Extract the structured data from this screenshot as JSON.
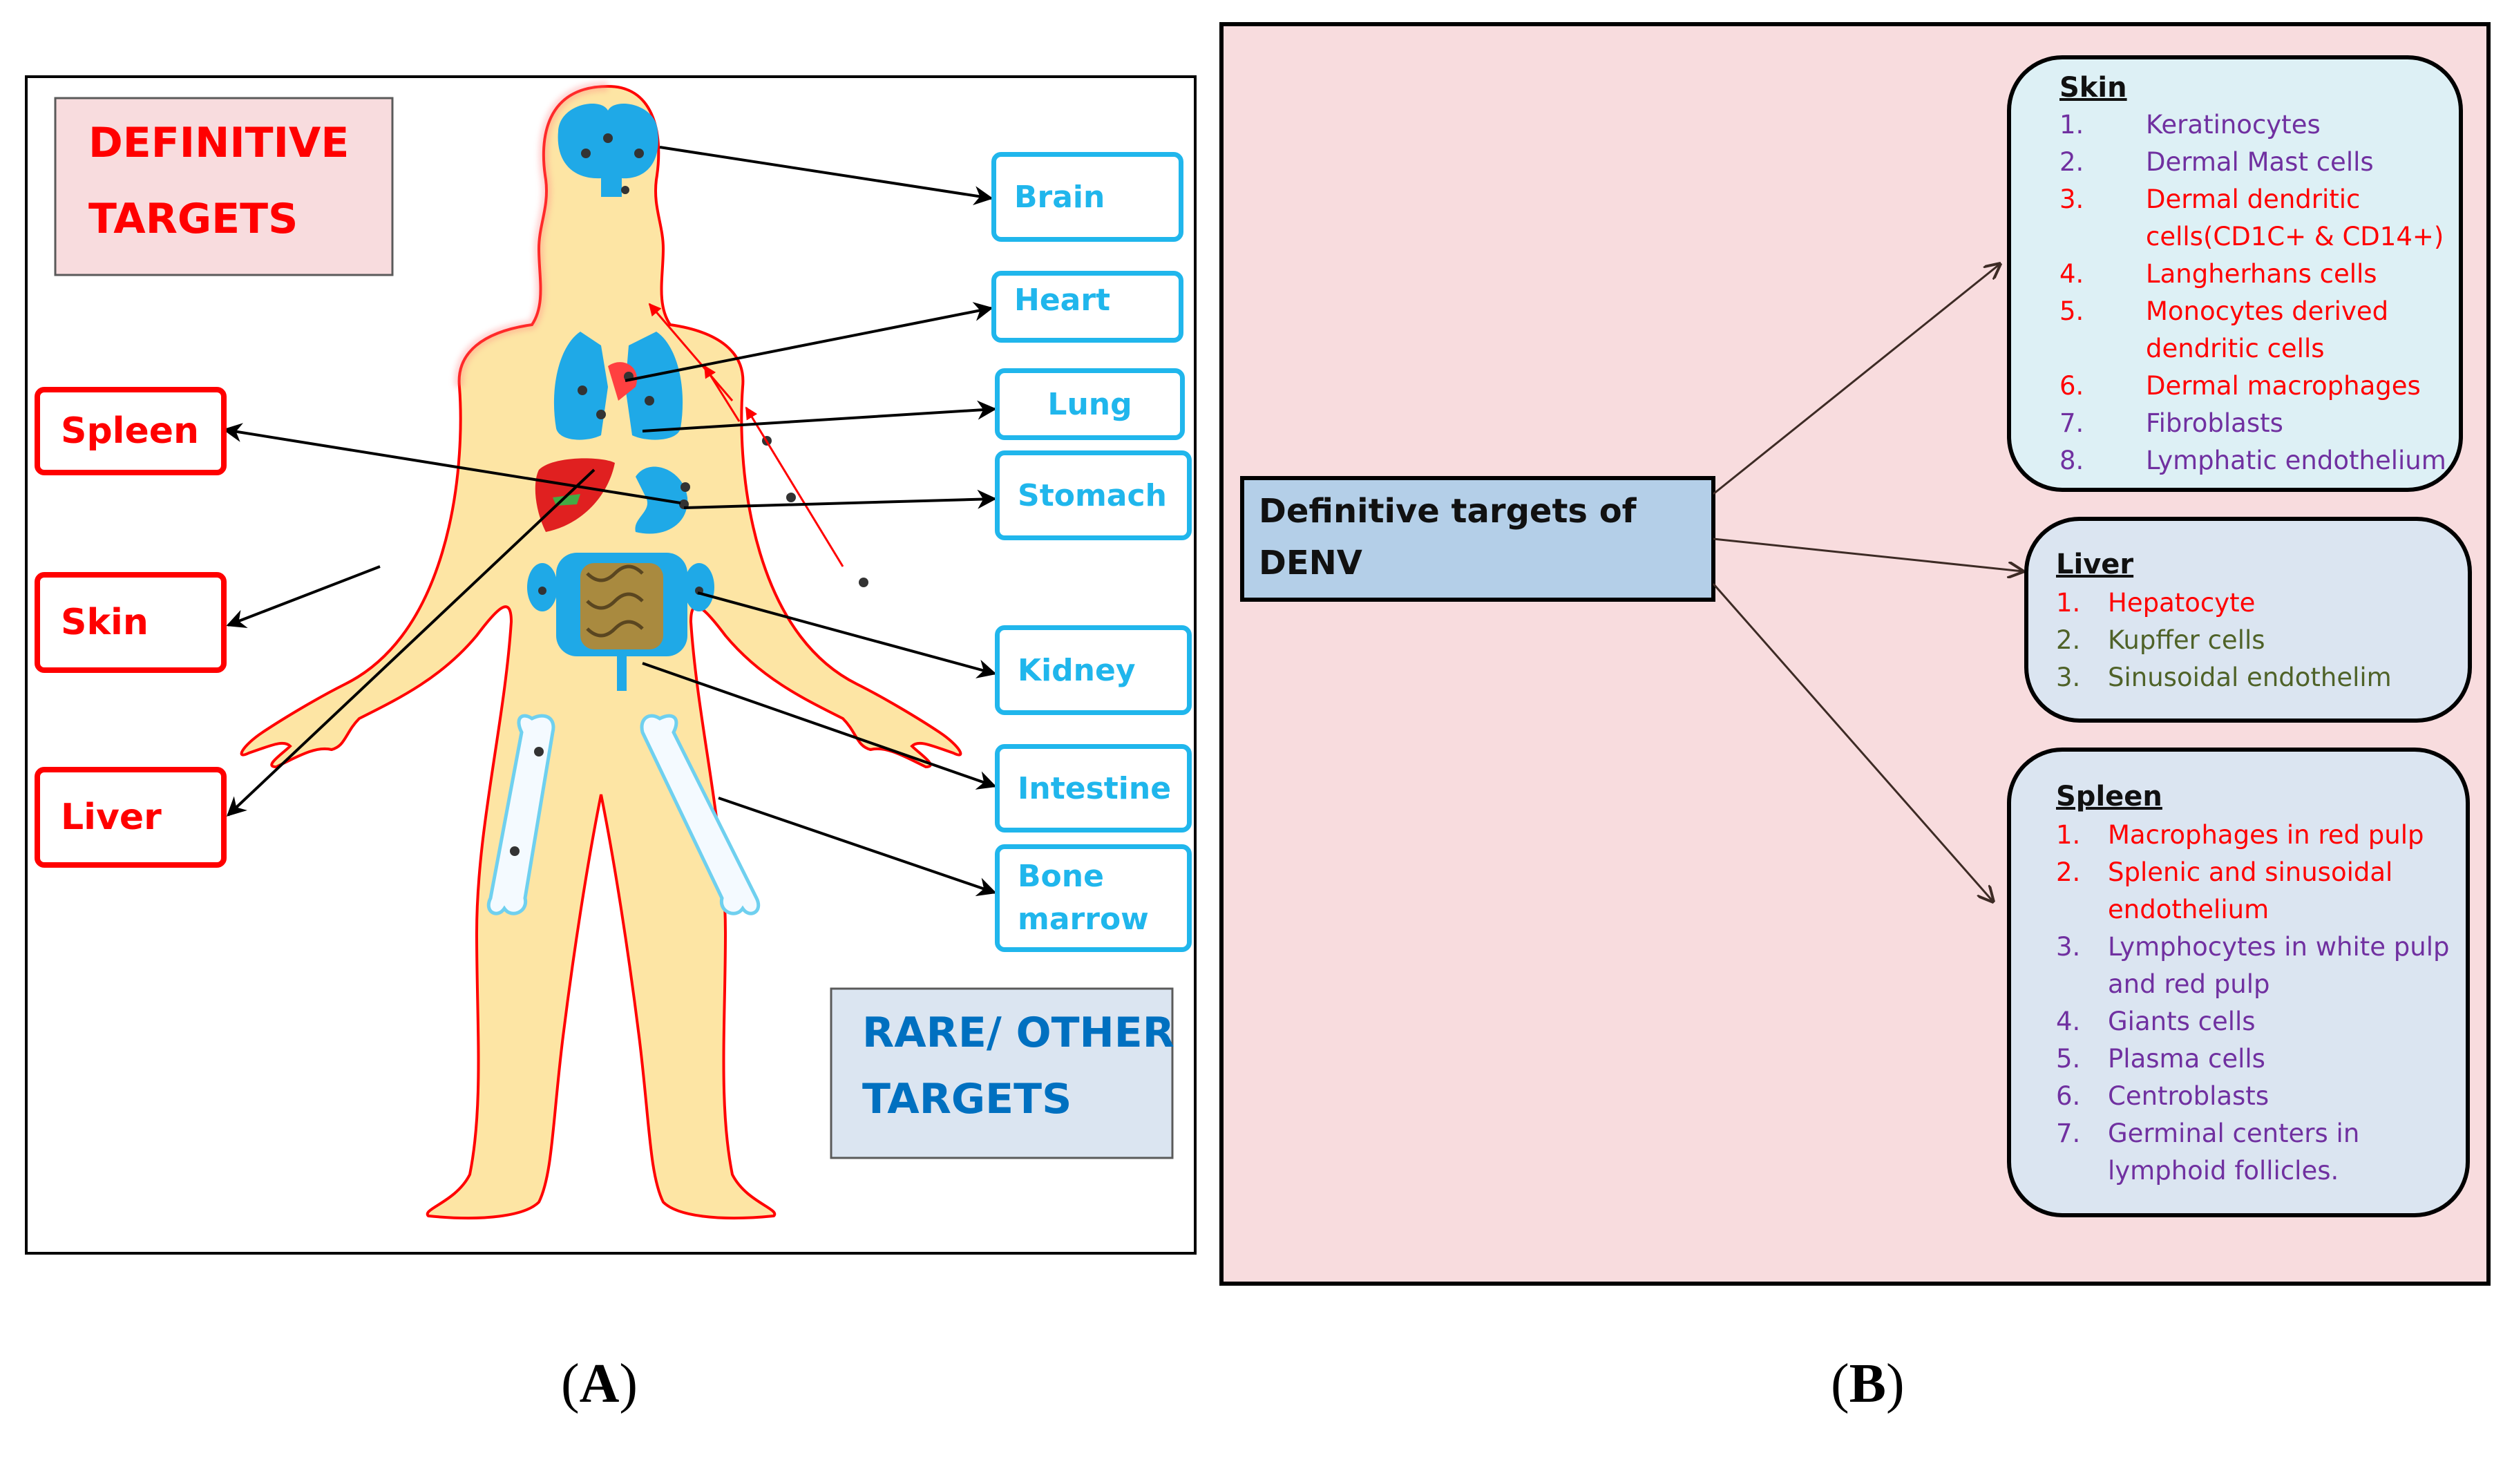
{
  "panel_a": {
    "definitive_title": [
      "DEFINITIVE",
      "TARGETS"
    ],
    "rare_title": [
      "RARE/ OTHER",
      "TARGETS"
    ],
    "definitive_targets": [
      "Spleen",
      "Skin",
      "Liver"
    ],
    "rare_targets": [
      "Brain",
      "Heart",
      "Lung",
      "Stomach",
      "Kidney",
      "Intestine",
      "Bone marrow"
    ],
    "caption_open": "(",
    "caption_letter": "A",
    "caption_close": ")"
  },
  "panel_b": {
    "center_label": [
      "Definitive targets of",
      "DENV"
    ],
    "caption_open": "(",
    "caption_letter": "B",
    "caption_close": ")",
    "groups": [
      {
        "title": "Skin",
        "items": [
          {
            "n": "1.",
            "text": "Keratinocytes",
            "color": "#7030a0"
          },
          {
            "n": "2.",
            "text": "Dermal Mast cells",
            "color": "#7030a0"
          },
          {
            "n": "3.",
            "text": "Dermal dendritic cells(CD1C+ & CD14+)",
            "color": "#ff0000"
          },
          {
            "n": "4.",
            "text": "Langherhans cells",
            "color": "#ff0000"
          },
          {
            "n": "5.",
            "text": "Monocytes derived dendritic cells",
            "color": "#ff0000"
          },
          {
            "n": "6.",
            "text": "Dermal macrophages",
            "color": "#ff0000"
          },
          {
            "n": "7.",
            "text": "Fibroblasts",
            "color": "#7030a0"
          },
          {
            "n": "8.",
            "text": "Lymphatic endothelium",
            "color": "#7030a0"
          }
        ]
      },
      {
        "title": "Liver",
        "items": [
          {
            "n": "1.",
            "text": "Hepatocyte",
            "color": "#ff0000"
          },
          {
            "n": "2.",
            "text": "Kupffer cells",
            "color": "#4f6228"
          },
          {
            "n": "3.",
            "text": "Sinusoidal endothelim",
            "color": "#4f6228"
          }
        ]
      },
      {
        "title": "Spleen",
        "items": [
          {
            "n": "1.",
            "text": "Macrophages in red pulp",
            "color": "#ff0000"
          },
          {
            "n": "2.",
            "text": "Splenic and sinusoidal endothelium",
            "color": "#ff0000"
          },
          {
            "n": "3.",
            "text": "Lymphocytes in white pulp and red pulp",
            "color": "#7030a0"
          },
          {
            "n": "4.",
            "text": "Giants cells",
            "color": "#7030a0"
          },
          {
            "n": "5.",
            "text": "Plasma cells",
            "color": "#7030a0"
          },
          {
            "n": "6.",
            "text": "Centroblasts",
            "color": "#7030a0"
          },
          {
            "n": "7.",
            "text": "Germinal centers in lymphoid  follicles.",
            "color": "#7030a0"
          }
        ]
      }
    ]
  },
  "colors": {
    "definitive": "#ff0000",
    "rare": "#20b6ec",
    "body_fill": "#fde5a4",
    "organ": "#1fa9e7",
    "panel_b_bg": "#f8dcde",
    "skin_panel": "#ddf0f5",
    "other_panel": "#dbe5f1",
    "center_box": "#b4cfe8"
  },
  "icons": [
    "human-body-diagram",
    "arrow-icon"
  ]
}
